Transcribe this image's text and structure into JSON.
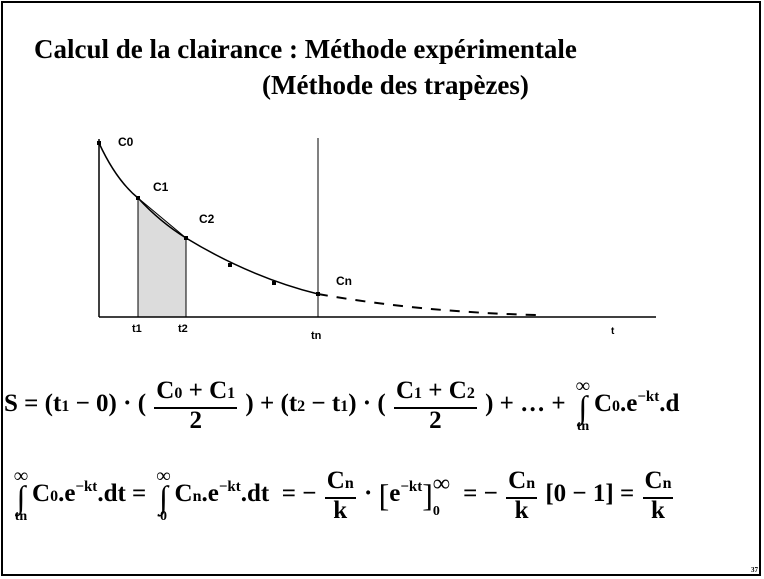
{
  "title_line1": "Calcul de la clairance : Méthode expérimentale",
  "title_line2": "(Méthode des trapèzes)",
  "chart_labels": {
    "c0": "C0",
    "c1": "C1",
    "c2": "C2",
    "cn": "Cn",
    "t1": "t1",
    "t2": "t2",
    "tn": "tn",
    "t": "t"
  },
  "equation1": {
    "lhs": "S",
    "eq": "=",
    "g1a": "(t",
    "s_t1": "1",
    "g1b": "− 0) · (",
    "n1": "C",
    "n1s": "0",
    "plus1": "+ C",
    "n1s2": "1",
    "d1": "2",
    "g2a": ") + (t",
    "s_t2": "2",
    "g2b": "− t",
    "s_t1b": "1",
    "g2c": ") · (",
    "n2": "C",
    "n2s": "1",
    "plus2": "+ C",
    "n2s2": "2",
    "d2": "2",
    "g3": ") + … +",
    "inf": "∞",
    "int_sym": "∫",
    "lo": "tn",
    "tail": "C",
    "tail_s": "0",
    "tail_b": ".e",
    "exp": "−kt",
    "tail_c": ".d"
  },
  "equation2": {
    "inf1": "∞",
    "int1": "∫",
    "lo1": "tn",
    "a": "C",
    "a_s": "0",
    "a_b": ".e",
    "exp1": "−kt",
    "a_c": ".dt =",
    "inf2": "∞",
    "int2": "∫",
    "lo2": "0",
    "b": "C",
    "b_s": "n",
    "b_b": ".e",
    "exp2": "−kt",
    "b_c": ".dt",
    "eq2": "= −",
    "f1n": "C",
    "f1ns": "n",
    "f1d": "k",
    "dot": "·",
    "lb": "[",
    "e": "e",
    "exp3": "−kt",
    "rb": "]",
    "inf3": "∞",
    "lo3": "0",
    "eq3": "= −",
    "f2n": "C",
    "f2ns": "n",
    "f2d": "k",
    "bracket2": "[0 − 1] =",
    "f3n": "C",
    "f3ns": "n",
    "f3d": "k"
  },
  "page_number": "37"
}
